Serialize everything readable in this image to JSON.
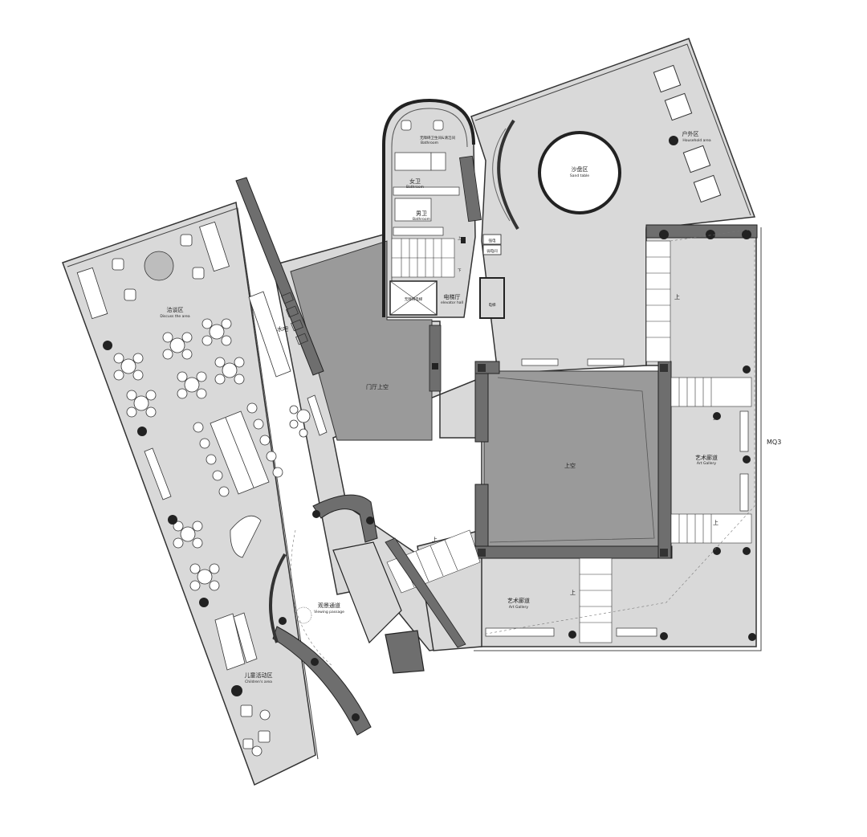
{
  "labels": {
    "discuss_cn": "洽谈区",
    "discuss_en": "Discuss the area",
    "water_bar": "水吧",
    "household_cn": "户外区",
    "household_en": "Household area",
    "sand_cn": "沙盘区",
    "sand_en": "Sand table",
    "barrier_free": "无障碍卫生间&清洁间",
    "bathroom_en_1": "Bathroom",
    "female": "女卫",
    "bathroom_en_2": "Bathroom",
    "male": "男卫",
    "bathroom_en_3": "Bathroom",
    "elevator_hall_cn": "电梯厅",
    "elevator_hall_en": "elevator hall",
    "elevator_1": "无障碍电梯",
    "elevator_2": "电梯",
    "strong_elec": "强电",
    "weak_elec": "弱电间",
    "lobby_up": "门厅上空",
    "atrium_up": "上空",
    "gallery_cn_1": "艺术廊道",
    "gallery_en_1": "Art Gallery",
    "gallery_cn_2": "艺术廊道",
    "gallery_en_2": "Art Gallery",
    "viewing_cn": "观景通道",
    "viewing_en": "Viewing passage",
    "children_cn": "儿童活动区",
    "children_en": "Children's area",
    "mq": "MQ3",
    "stair_up": "上",
    "stair_down": "下"
  },
  "colors": {
    "floor": "#d9d9d9",
    "void": "#9a9a9a",
    "wall": "#6e6e6e",
    "dark": "#222222",
    "line": "#333333",
    "white": "#ffffff"
  }
}
